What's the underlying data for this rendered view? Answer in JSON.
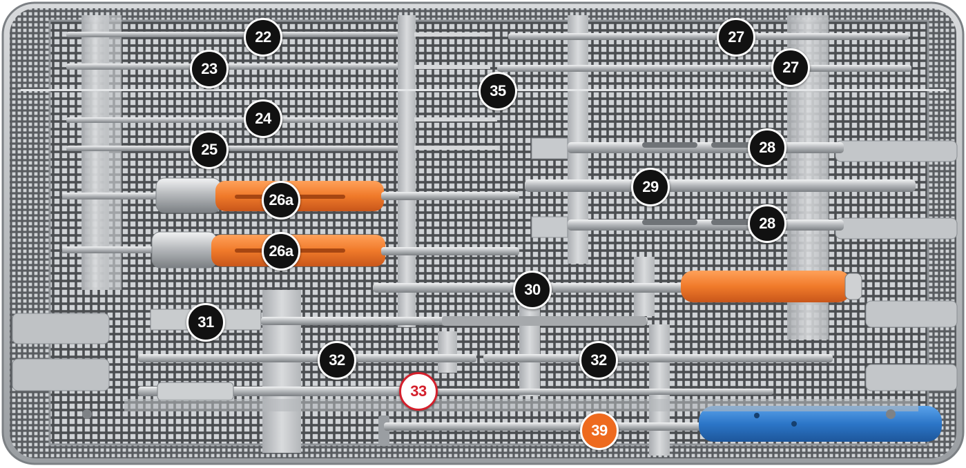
{
  "tray": {
    "colors": {
      "frame": "#b9bcbf",
      "mesh_bg": "#4a4d50",
      "mesh_cell": "#c9cccf",
      "orange_handle": "#f07a2a",
      "blue_handle": "#2c76c8",
      "label_dark": "#111111",
      "label_red": "#d4202c",
      "label_orange": "#ee6a1e"
    }
  },
  "labels": [
    {
      "id": "22",
      "text": "22"
    },
    {
      "id": "23",
      "text": "23"
    },
    {
      "id": "24",
      "text": "24"
    },
    {
      "id": "25",
      "text": "25"
    },
    {
      "id": "26a-upper",
      "text": "26a"
    },
    {
      "id": "26a-lower",
      "text": "26a"
    },
    {
      "id": "27-upper",
      "text": "27"
    },
    {
      "id": "27-lower",
      "text": "27"
    },
    {
      "id": "35",
      "text": "35"
    },
    {
      "id": "28-upper",
      "text": "28"
    },
    {
      "id": "29",
      "text": "29"
    },
    {
      "id": "28-lower",
      "text": "28"
    },
    {
      "id": "30",
      "text": "30"
    },
    {
      "id": "31",
      "text": "31"
    },
    {
      "id": "32-left",
      "text": "32"
    },
    {
      "id": "32-right",
      "text": "32"
    },
    {
      "id": "33",
      "text": "33"
    },
    {
      "id": "39",
      "text": "39"
    }
  ]
}
